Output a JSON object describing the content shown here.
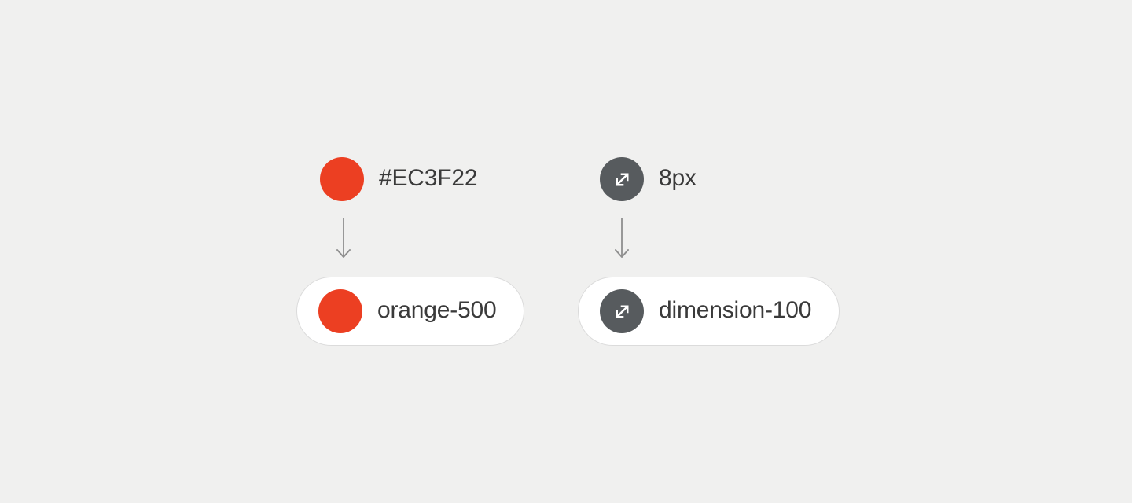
{
  "page": {
    "background": "#F0F0EF"
  },
  "mappings": [
    {
      "name": "color-token-mapping",
      "raw_value": {
        "label": "#EC3F22",
        "swatch": {
          "icon": "color-swatch",
          "color": "#EC3F22"
        }
      },
      "arrow": "down-arrow",
      "token": {
        "label": "orange-500",
        "swatch": {
          "icon": "color-swatch",
          "color": "#EC3F22"
        }
      }
    },
    {
      "name": "dimension-token-mapping",
      "raw_value": {
        "label": "8px",
        "swatch": {
          "icon": "resize-diagonal-icon",
          "background": "#575B5E",
          "glyph_color": "#FFFFFF"
        }
      },
      "arrow": "down-arrow",
      "token": {
        "label": "dimension-100",
        "swatch": {
          "icon": "resize-diagonal-icon",
          "background": "#575B5E",
          "glyph_color": "#FFFFFF"
        }
      }
    }
  ],
  "colors": {
    "accent_orange": "#EC3F22",
    "icon_circle_gray": "#575B5E",
    "label_text": "#3A3A3A",
    "arrow_gray": "#8F8F8F",
    "pill_border": "#DBDBDB",
    "pill_background": "#FFFFFF"
  }
}
